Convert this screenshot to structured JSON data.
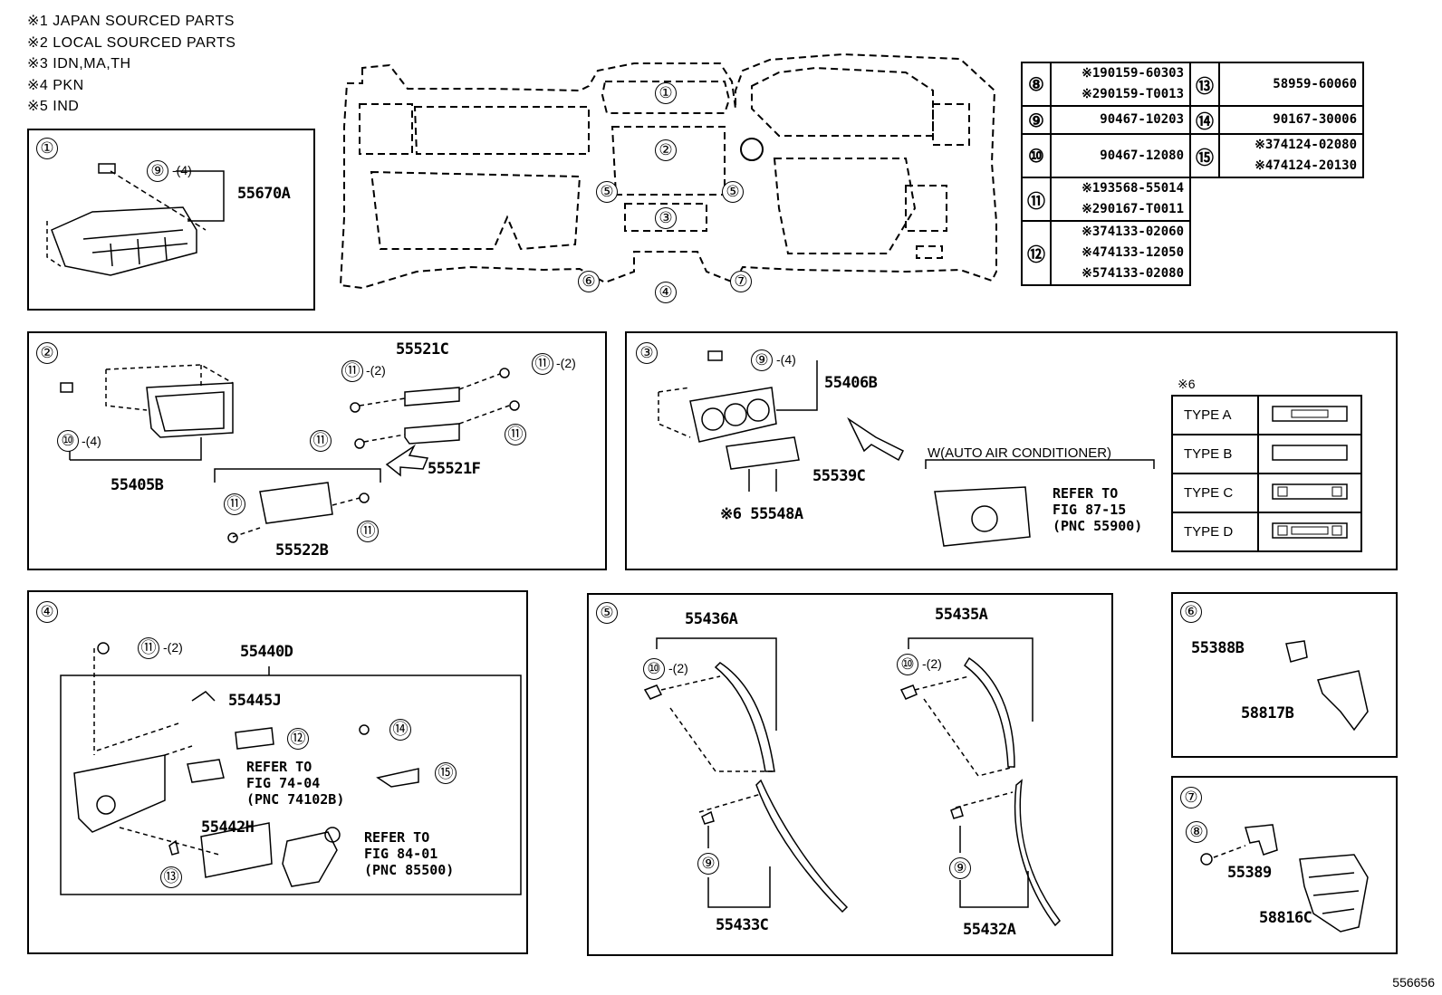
{
  "notes": [
    "※1 JAPAN SOURCED PARTS",
    "※2 LOCAL SOURCED PARTS",
    "※3 IDN,MA,TH",
    "※4 PKN",
    "※5 IND"
  ],
  "overview_callouts": [
    "①",
    "②",
    "③",
    "④",
    "⑤",
    "⑤",
    "⑥",
    "⑦"
  ],
  "parts_table": [
    {
      "key": "⑧",
      "lines": [
        "※190159-60303",
        "※290159-T0013"
      ]
    },
    {
      "key": "⑨",
      "lines": [
        "90467-10203"
      ]
    },
    {
      "key": "⑩",
      "lines": [
        "90467-12080"
      ]
    },
    {
      "key": "⑪",
      "lines": [
        "※193568-55014",
        "※290167-T0011"
      ]
    },
    {
      "key": "⑫",
      "lines": [
        "※374133-02060",
        "※474133-12050",
        "※574133-02080"
      ]
    },
    {
      "key": "⑬",
      "lines": [
        "58959-60060"
      ]
    },
    {
      "key": "⑭",
      "lines": [
        "90167-30006"
      ]
    },
    {
      "key": "⑮",
      "lines": [
        "※374124-02080",
        "※474124-20130"
      ]
    }
  ],
  "panel1": {
    "num": "①",
    "callout": "⑨",
    "qty": "-(4)",
    "part": "55670A"
  },
  "panel2": {
    "num": "②",
    "c10": "⑩",
    "qty10": "-(4)",
    "p55405": "55405B",
    "p55521c": "55521C",
    "c11a": "⑪",
    "qty11a": "-(2)",
    "c11b": "⑪",
    "qty11b": "-(2)",
    "c11c": "⑪",
    "c11d": "⑪",
    "p55521f": "55521F",
    "c11e": "⑪",
    "c11f": "⑪",
    "p55522": "55522B"
  },
  "panel3": {
    "num": "③",
    "c9": "⑨",
    "qty9": "-(4)",
    "p55406": "55406B",
    "p55539": "55539C",
    "p55548": "※6 55548A",
    "auto": "W(AUTO AIR CONDITIONER)",
    "refer": "REFER TO\nFIG 87-15\n(PNC 55900)",
    "type_note": "※6",
    "types": [
      "TYPE  A",
      "TYPE  B",
      "TYPE  C",
      "TYPE  D"
    ]
  },
  "panel4": {
    "num": "④",
    "c11": "⑪",
    "qty11": "-(2)",
    "p55440": "55440D",
    "p55445": "55445J",
    "c12": "⑫",
    "c14": "⑭",
    "c15": "⑮",
    "refer1": "REFER TO\nFIG 74-04\n(PNC 74102B)",
    "p55442": "55442H",
    "c13": "⑬",
    "refer2": "REFER TO\nFIG 84-01\n(PNC 85500)"
  },
  "panel5": {
    "num": "⑤",
    "p55436": "55436A",
    "p55435": "55435A",
    "c10a": "⑩",
    "qty10a": "-(2)",
    "c10b": "⑩",
    "qty10b": "-(2)",
    "c9a": "⑨",
    "c9b": "⑨",
    "p55433": "55433C",
    "p55432": "55432A"
  },
  "panel6": {
    "num": "⑥",
    "p55388": "55388B",
    "p58817": "58817B"
  },
  "panel7": {
    "num": "⑦",
    "c8": "⑧",
    "p55389": "55389",
    "p58816": "58816C"
  },
  "footer_code": "556656"
}
